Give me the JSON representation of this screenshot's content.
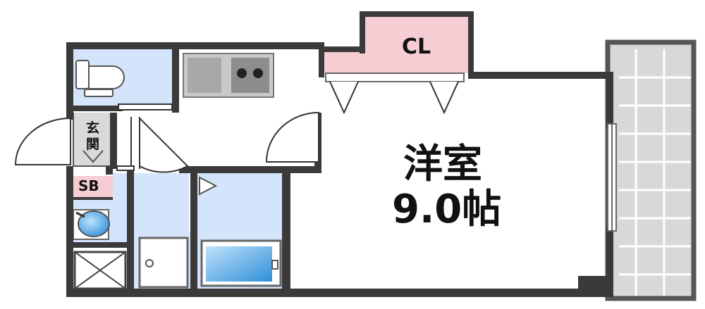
{
  "labels": {
    "closet": "CL",
    "room_name": "洋室",
    "room_size": "9.0帖",
    "entrance_1": "玄",
    "entrance_2": "関",
    "shoe_box": "SB"
  },
  "colors": {
    "wall": "#3a3a3a",
    "wet_area": "#d3e4fb",
    "closet": "#f6cdd3",
    "shoe_box": "#f6cdd3",
    "balcony": "#d8d8d8",
    "balcony_grid": "#ffffff",
    "entrance": "#d9d9d9",
    "bathtub": "#3f9de0",
    "sink_basin": "#4aa7e6"
  }
}
